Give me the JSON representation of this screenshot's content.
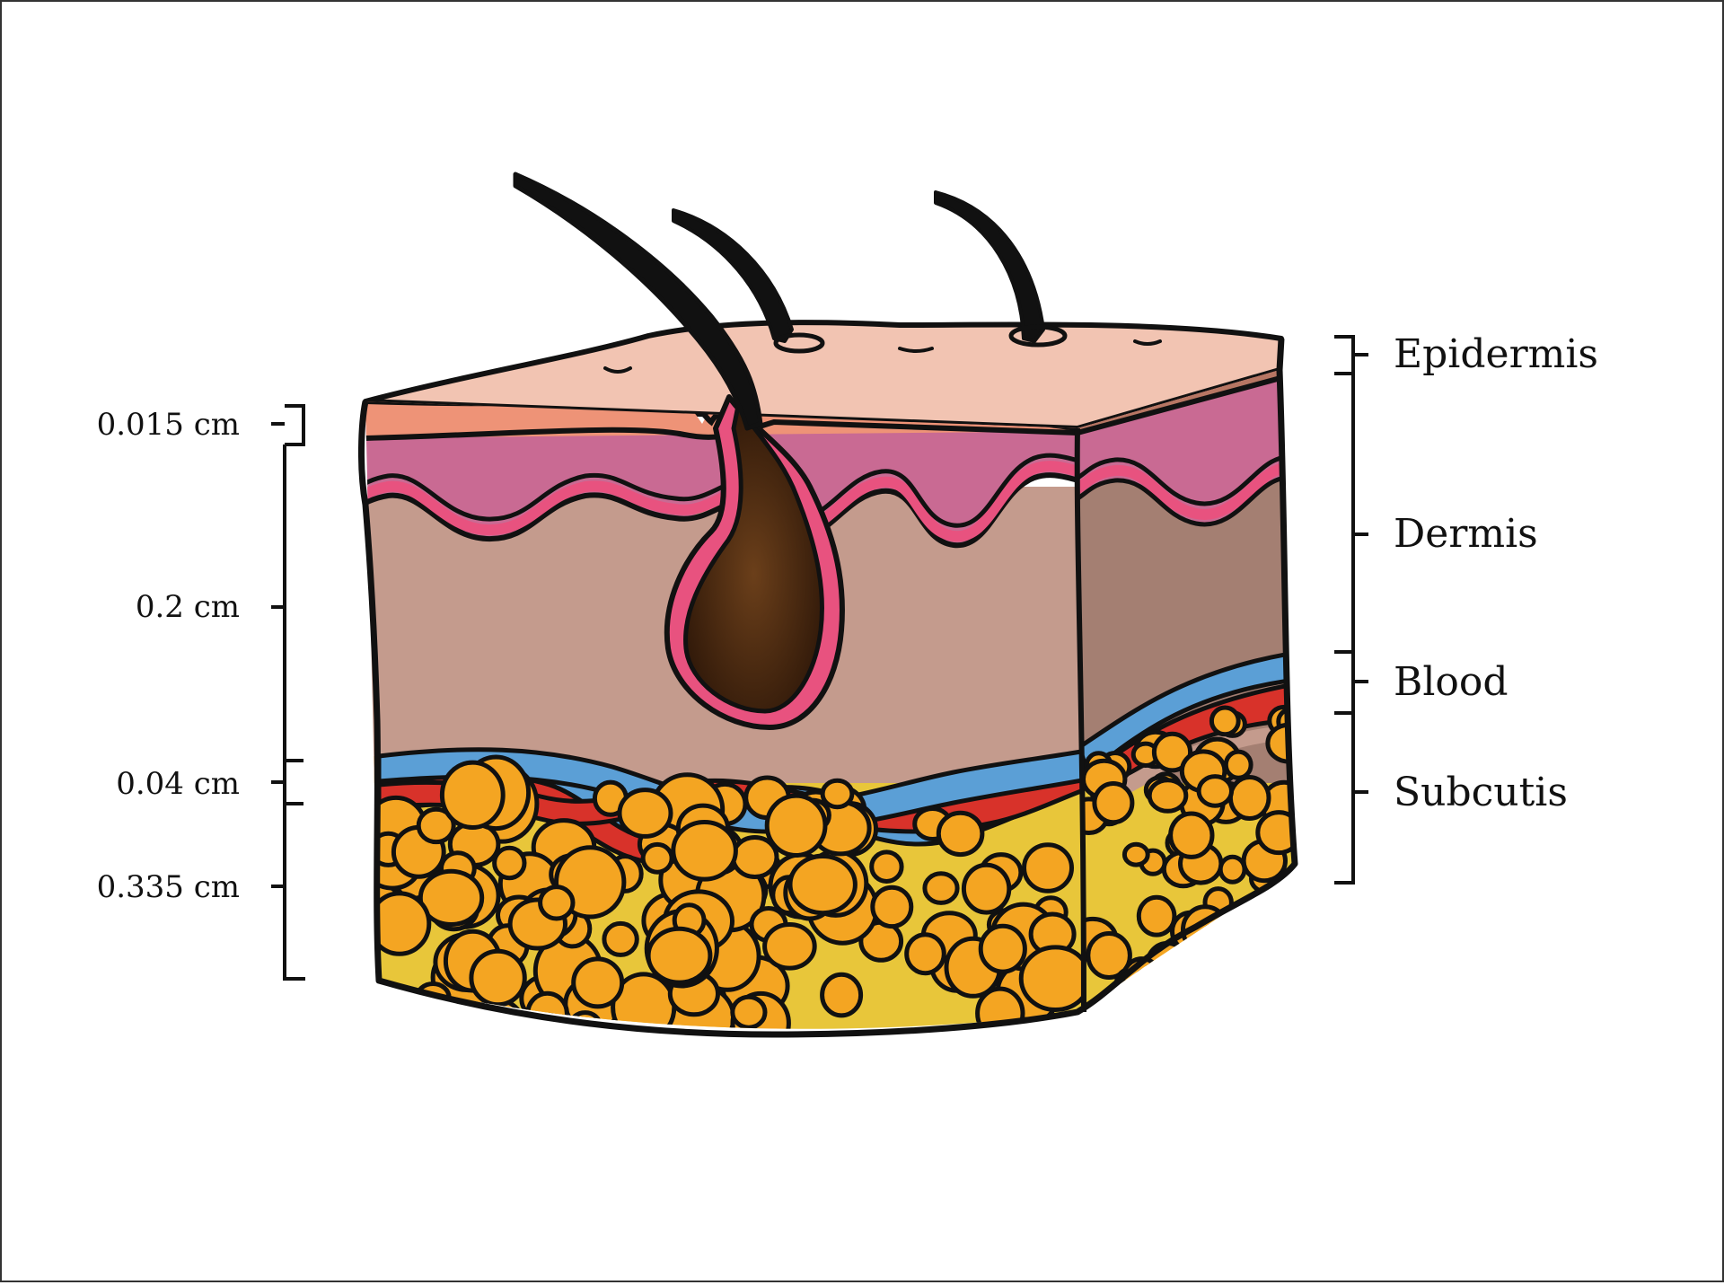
{
  "title": "",
  "left_scale": {
    "items": [
      {
        "id": "epidermis",
        "text": "0.015 cm"
      },
      {
        "id": "dermis",
        "text": "0.2 cm"
      },
      {
        "id": "blood",
        "text": "0.04 cm"
      },
      {
        "id": "subcutis",
        "text": "0.335 cm"
      }
    ]
  },
  "right_labels": {
    "items": [
      {
        "id": "epidermis",
        "text": "Epidermis"
      },
      {
        "id": "dermis",
        "text": "Dermis"
      },
      {
        "id": "blood",
        "text": "Blood"
      },
      {
        "id": "subcutis",
        "text": "Subcutis"
      }
    ]
  },
  "colors": {
    "epidermis_surface": "#f2c4b2",
    "epidermis_band": "#ee9377",
    "papillary_dermis": "#c96a93",
    "basement_line": "#e8527f",
    "dermis": "#c49b8d",
    "dermis_side": "#a47f72",
    "hair": "#3b2213",
    "follicle_bulb": "#5a3517",
    "vein": "#5b9fd6",
    "artery": "#d8322a",
    "fat_cell": "#f4a522",
    "fat_background": "#e8c63a",
    "outline": "#111111"
  }
}
